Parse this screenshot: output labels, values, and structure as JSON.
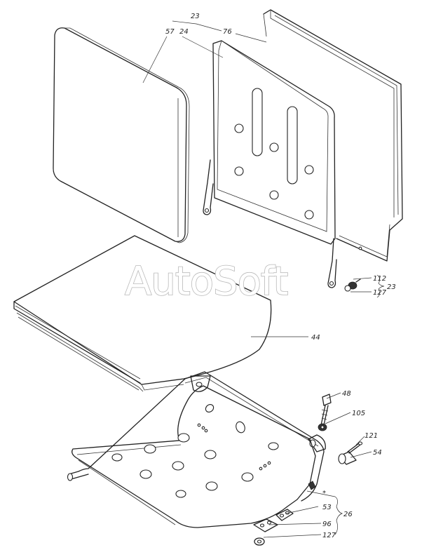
{
  "watermark": "AutoSoft",
  "labels": {
    "l23_top": "23",
    "l57": "57",
    "l24": "24",
    "l76": "76",
    "l112": "112",
    "l127_right": "127",
    "l23_right": "23",
    "l44": "44",
    "l48": "48",
    "l105": "105",
    "l121": "121",
    "l54": "54",
    "l_star": "*",
    "l53": "53",
    "l26": "26",
    "l96": "96",
    "l127_bottom": "127"
  }
}
